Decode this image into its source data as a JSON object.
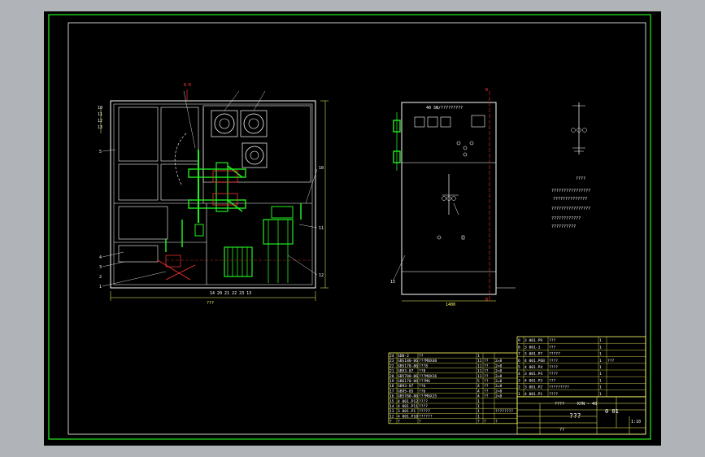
{
  "labels": {
    "section_mark_left": "B-B",
    "section_mark_right": "B",
    "section_mark_right_bottom": "B",
    "front_header": "40 SN/?????????",
    "left_dim_bottom": "???",
    "front_dim_bottom": "1400",
    "bottom_callouts": "14 20 21 22 23 13",
    "schematic_text_1": "????",
    "schematic_text_2": "????????????????",
    "schematic_text_3": "??????????????",
    "schematic_text_4": "????????????????",
    "schematic_text_5": "????????????",
    "schematic_text_6": "??????????",
    "callout_nums_left": [
      "10",
      "11",
      "12",
      "13",
      "1",
      "2",
      "3",
      "4",
      "5"
    ],
    "callout_nums_right": [
      "10",
      "11",
      "12"
    ],
    "front_callout": "15"
  },
  "bom_left": [
    [
      "24",
      "SDB-2",
      "??",
      "1",
      "",
      ""
    ],
    [
      "23",
      "GBS180-86",
      "???M8X40",
      "11",
      "??",
      "2=8"
    ],
    [
      "22",
      "GBS170-86",
      "???8",
      "11",
      "??",
      "2=8"
    ],
    [
      "21",
      "GB93-87",
      "??8",
      "11",
      "??",
      "2=8"
    ],
    [
      "20",
      "GB5780-86",
      "???M8X16",
      "11",
      "??",
      "2=8"
    ],
    [
      "19",
      "GB6170-86",
      "???M6",
      "5",
      "??",
      "2=8"
    ],
    [
      "18",
      "GB93-87",
      "??6",
      "4",
      "??",
      "2=8"
    ],
    [
      "17",
      "GB95-85",
      "??6",
      "4",
      "??",
      "2=8"
    ],
    [
      "16",
      "GB5780-86",
      "???M6X15",
      "4",
      "??",
      "2=8"
    ],
    [
      "15",
      "4 001.P12",
      "????",
      "1",
      "",
      ""
    ],
    [
      "14",
      "4 001.P11",
      "????",
      "1",
      "",
      ""
    ],
    [
      "13",
      "3 001.P1",
      "?????",
      "1",
      "",
      "????????"
    ],
    [
      "12",
      "4 001.P10",
      "??????",
      "1",
      "",
      ""
    ]
  ],
  "bom_left_footer": [
    "?",
    "?",
    "?",
    "?",
    "?",
    "?"
  ],
  "bom_right": [
    [
      "9",
      "3 001.P9",
      "???",
      "1",
      ""
    ],
    [
      "8",
      "3 001-1",
      "???",
      "1",
      ""
    ],
    [
      "7",
      "3 001.P7",
      "?????",
      "1",
      ""
    ],
    [
      "6",
      "4 001.P6B",
      "????",
      "1",
      "???"
    ],
    [
      "5",
      "4 001.P4",
      "????",
      "1",
      ""
    ],
    [
      "4",
      "3 001.P4",
      "????",
      "1",
      ""
    ],
    [
      "3",
      "4 001.P3",
      "???",
      "1",
      ""
    ],
    [
      "2",
      "3 001.P2",
      "?????????",
      "1",
      ""
    ],
    [
      "1",
      "4 001.P1",
      "????",
      "1",
      ""
    ]
  ],
  "title_block": {
    "header_left": "????",
    "drawing_code": "KYN - 40",
    "title": "???",
    "sheet": "0 01",
    "scale": "1:10",
    "sign": "??"
  }
}
